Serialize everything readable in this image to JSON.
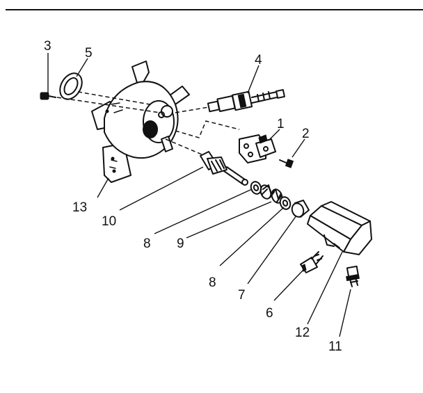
{
  "callouts": [
    {
      "id": "c1",
      "label": "1"
    },
    {
      "id": "c2",
      "label": "2"
    },
    {
      "id": "c3",
      "label": "3"
    },
    {
      "id": "c4",
      "label": "4"
    },
    {
      "id": "c5",
      "label": "5"
    },
    {
      "id": "c6",
      "label": "6"
    },
    {
      "id": "c7",
      "label": "7"
    },
    {
      "id": "c8a",
      "label": "8"
    },
    {
      "id": "c8b",
      "label": "8"
    },
    {
      "id": "c9",
      "label": "9"
    },
    {
      "id": "c10",
      "label": "10"
    },
    {
      "id": "c11",
      "label": "11"
    },
    {
      "id": "c12",
      "label": "12"
    },
    {
      "id": "c13",
      "label": "13"
    }
  ]
}
